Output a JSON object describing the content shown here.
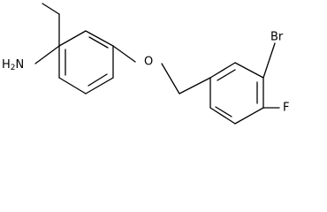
{
  "molecule": {
    "labels": {
      "amine_main": "H",
      "amine_sub": "2",
      "amine_tail": "N",
      "oxygen": "O",
      "bromine": "Br",
      "fluorine": "F"
    },
    "colors": {
      "bond": "#000000",
      "text": "#000000",
      "background": "#ffffff"
    }
  }
}
